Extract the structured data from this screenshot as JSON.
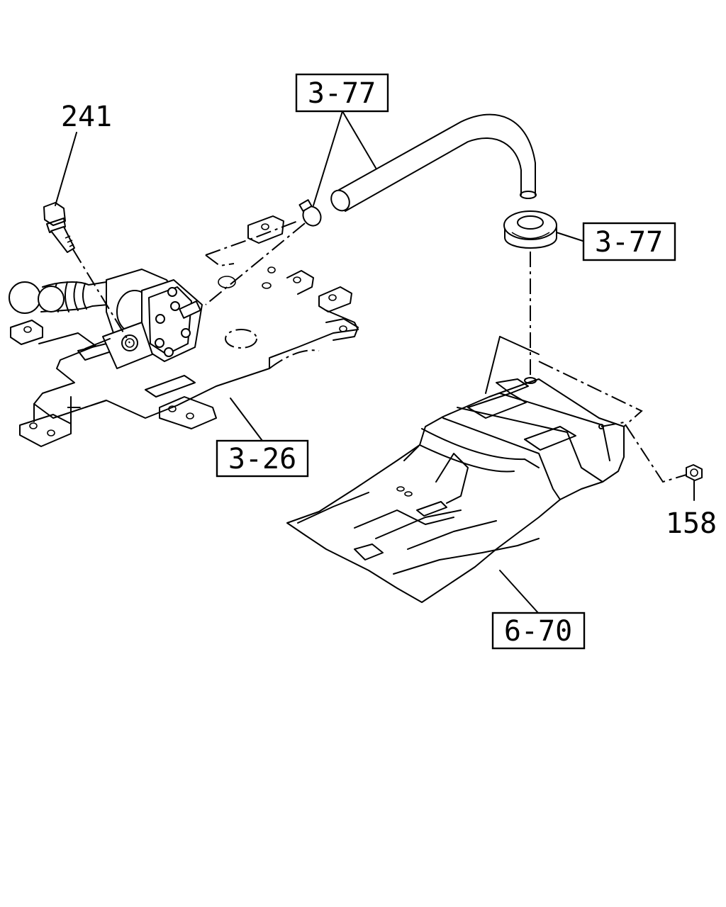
{
  "callouts": {
    "hose_top": "3-77",
    "grommet": "3-77",
    "bracket": "3-26",
    "floor_panel": "6-70",
    "bolt": "241",
    "nut": "158"
  }
}
